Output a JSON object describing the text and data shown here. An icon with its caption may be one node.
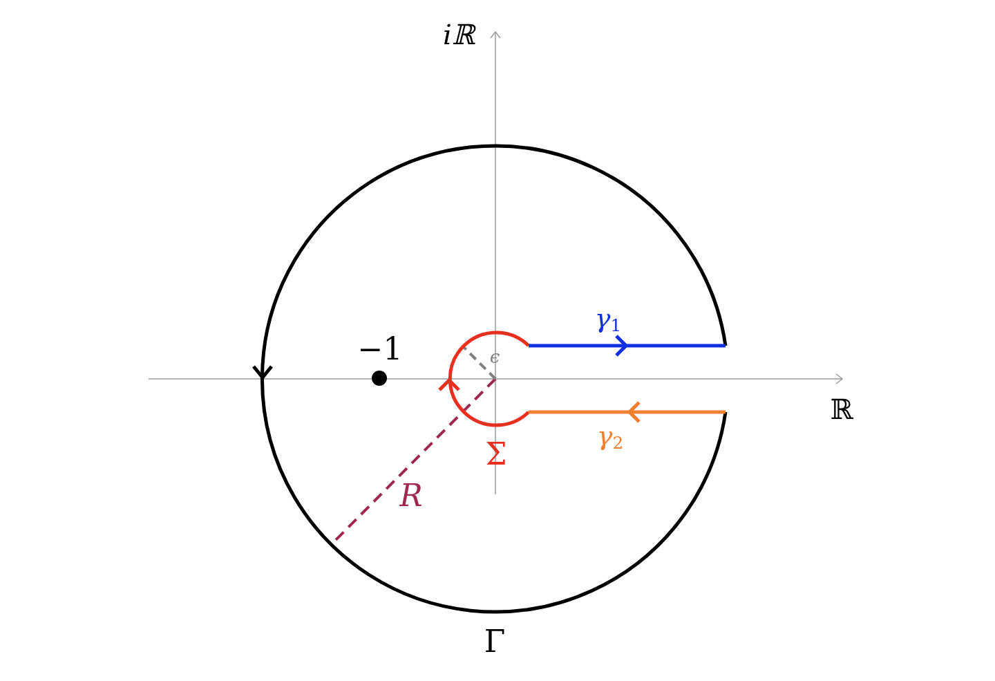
{
  "diagram": {
    "labels": [
      "iℝ",
      "ℝ",
      "γ$_{1}$",
      "−1",
      "ϵ",
      "γ$_{2}$",
      "Σ",
      "R",
      "Γ"
    ]
  }
}
